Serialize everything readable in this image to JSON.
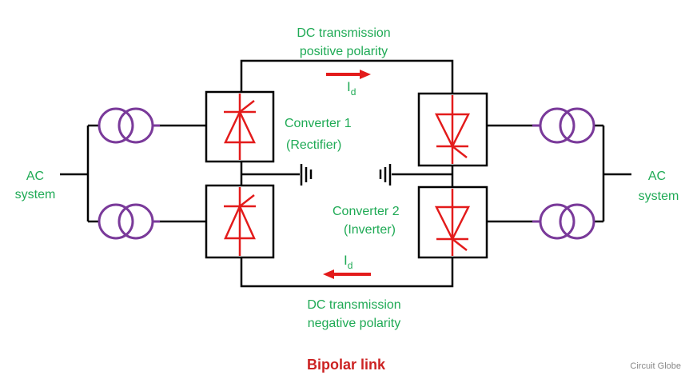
{
  "labels": {
    "top_line_1": "DC transmission",
    "top_line_2": "positive polarity",
    "bottom_line_1": "DC transmission",
    "bottom_line_2": "negative polarity",
    "current_main": "I",
    "current_sub": "d",
    "converter1_line_1": "Converter 1",
    "converter1_line_2": "(Rectifier)",
    "converter2_line_1": "Converter 2",
    "converter2_line_2": "(Inverter)",
    "ac_left_1": "AC",
    "ac_left_2": "system",
    "ac_right_1": "AC",
    "ac_right_2": "system",
    "title": "Bipolar link",
    "brand": "Circuit Globe"
  },
  "colors": {
    "label_green": "#1faa55",
    "accent_red": "#e31b1b",
    "title_red": "#cc2222",
    "transformer_purple": "#7a3a9a",
    "wire_black": "#000000"
  }
}
